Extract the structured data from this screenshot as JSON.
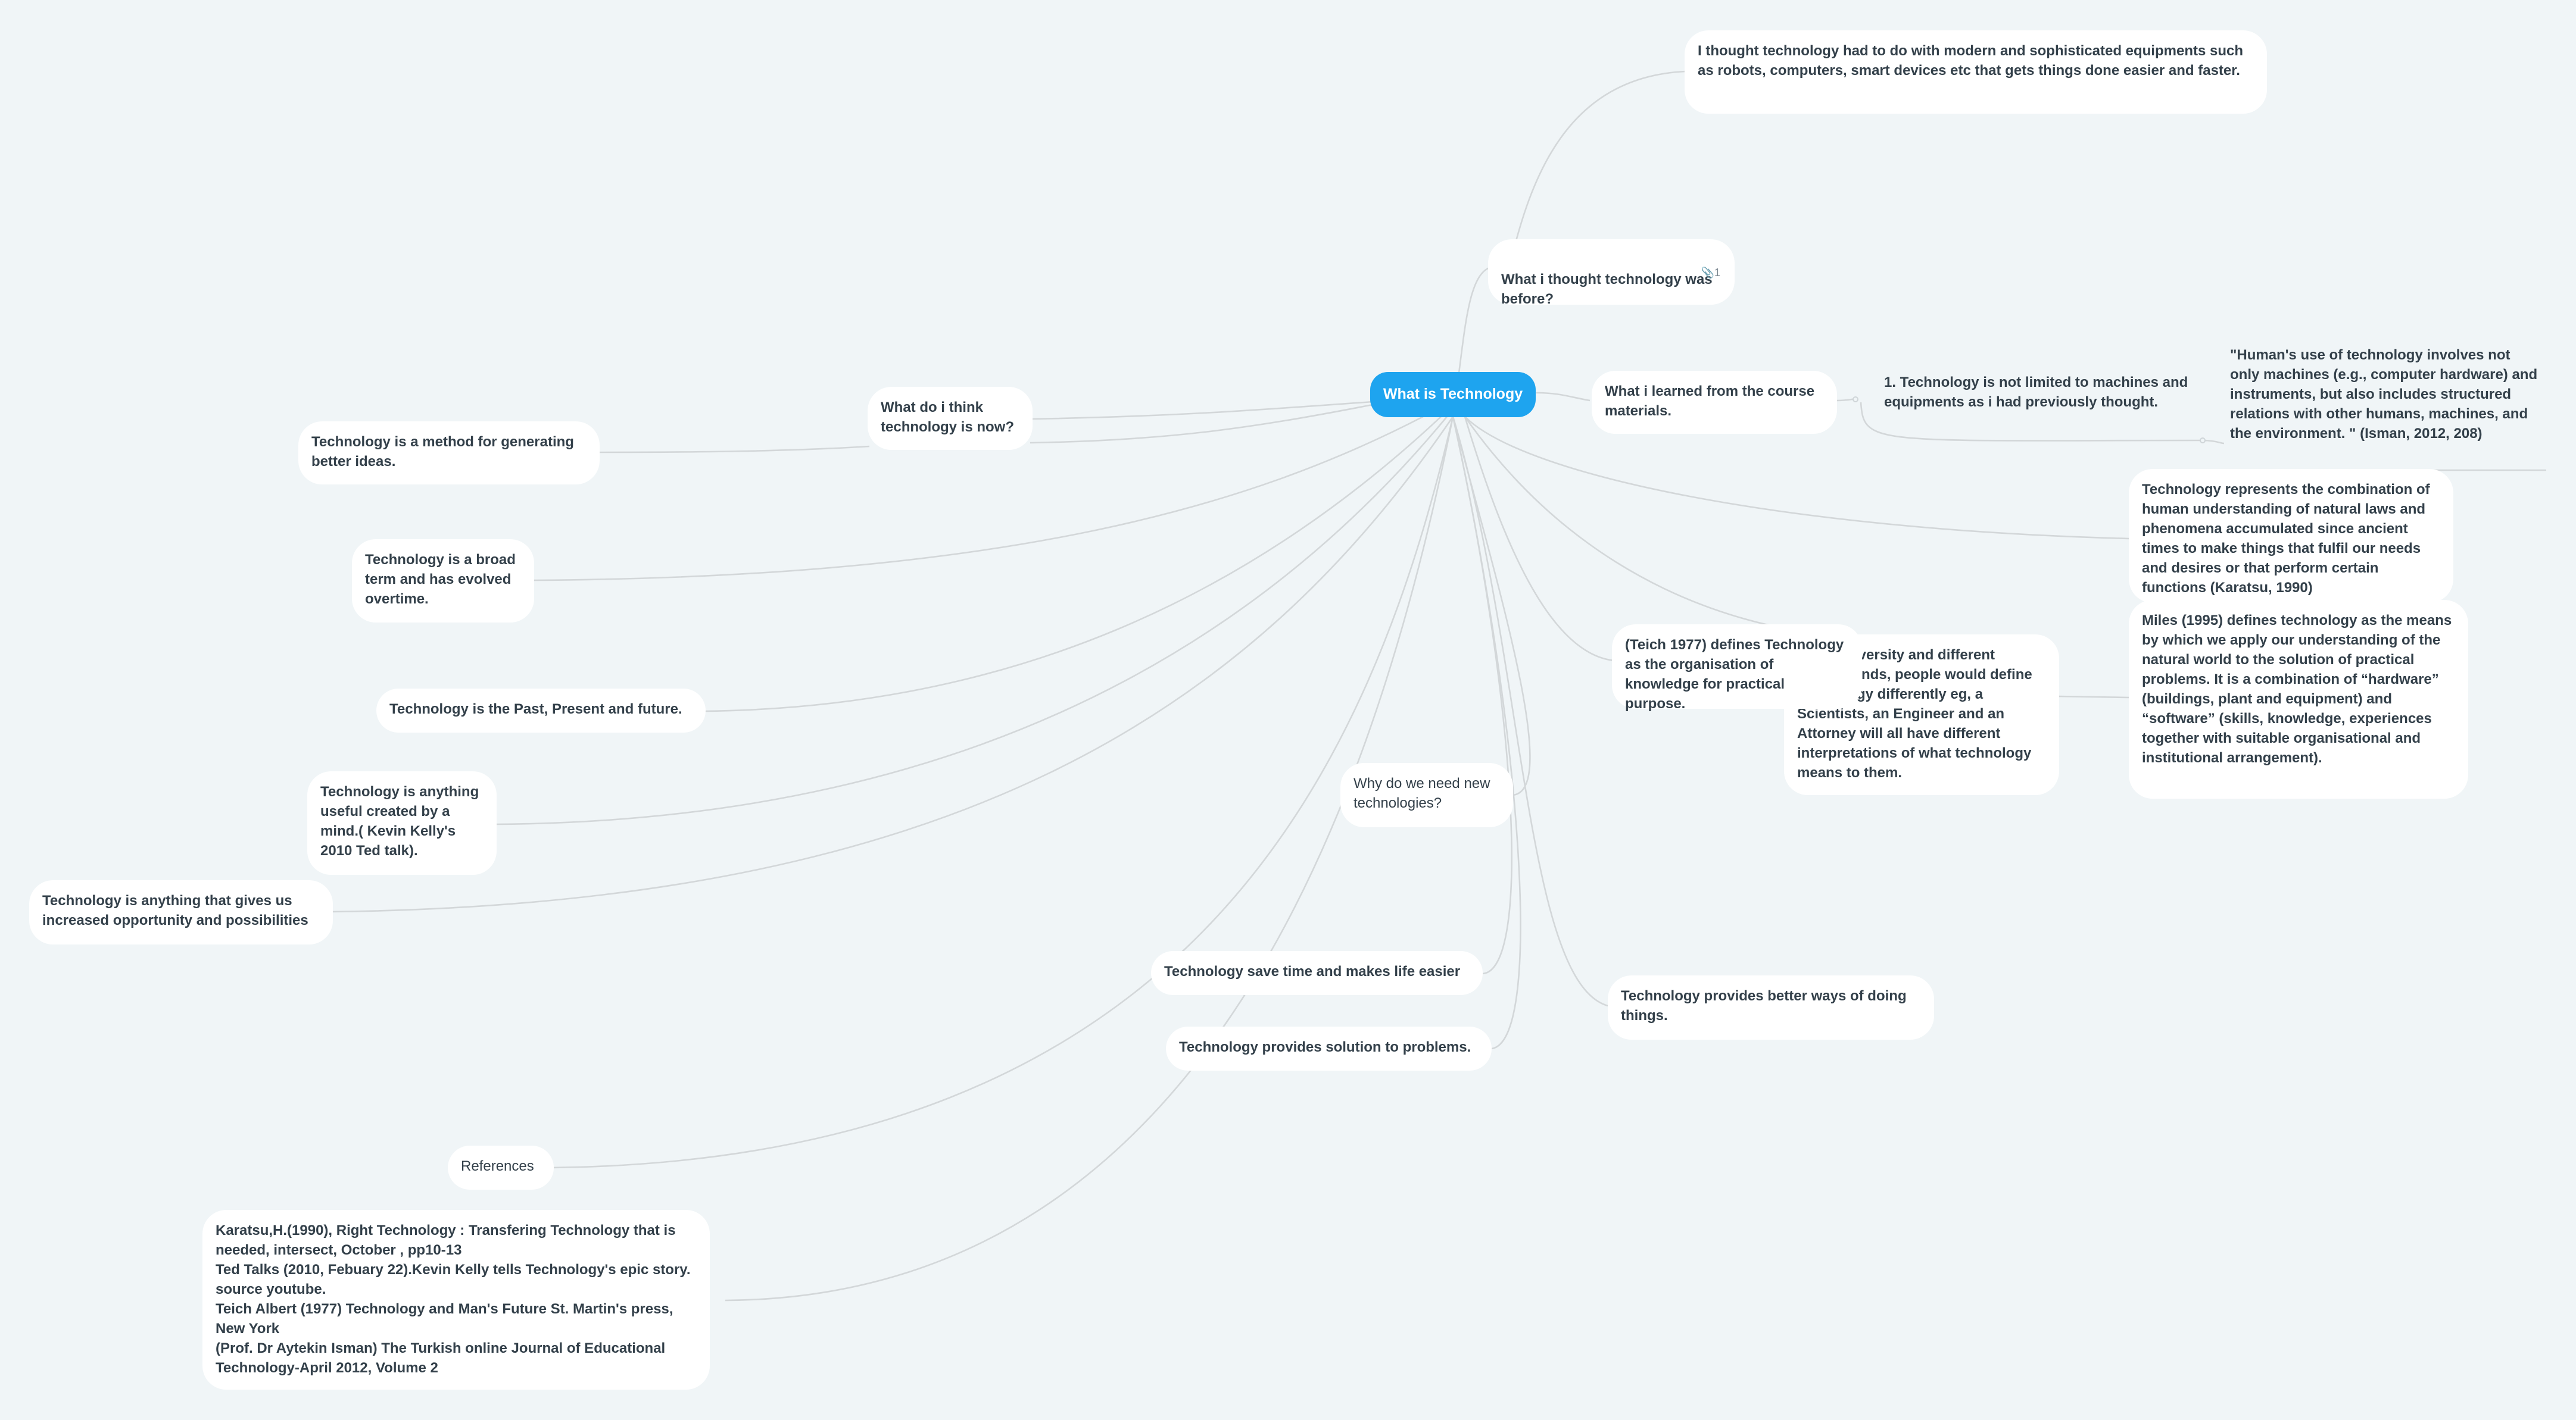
{
  "root": {
    "label": "What is Technology"
  },
  "topics": {
    "thought_before": "What i thought technology was before?",
    "thought_before_detail": "I thought technology had to do with modern and sophisticated equipments such as robots, computers, smart devices etc that  gets things done easier and faster.",
    "attachment_count": "1",
    "learned": "What i learned from the course materials.",
    "learned_1": "1. Technology is not limited to machines and equipments as i had previously thought.",
    "isman_quote": "\"Human's use of technology involves not only machines (e.g., computer hardware) and instruments, but also includes structured relations with other humans, machines, and the environment. \" (Isman, 2012, 208)",
    "karatsu": "Technology represents the combination of human understanding of natural laws and phenomena accumulated since ancient times to make things that fulfil our needs and desires or that perform certain functions (Karatsu, 1990)",
    "diversity": "Due to diversity and different backgrounds, people would define technology differently eg, a Scientists, an Engineer and an Attorney will all have different interpretations of what technology means to them.",
    "miles": "Miles (1995) defines technology as the means by which we apply our understanding of the natural world to the solution of practical problems. It is a combination of “hardware” (buildings, plant and equipment) and “software” (skills, knowledge, experiences together with suitable organisational and institutional arrangement).",
    "teich": "(Teich 1977) defines Technology as the organisation of knowledge for practical purpose.",
    "why_new": "Why do we need new technologies?",
    "better_ways": "Technology provides better ways of doing things.",
    "save_time": "Technology save time and makes life easier",
    "solution": "Technology provides solution to problems.",
    "think_now": "What do i think technology is now?",
    "method": "Technology is a method for generating better ideas.",
    "broad": "Technology is a broad term and has evolved overtime.",
    "past": "Technology is the Past, Present and future.",
    "anything_useful": "Technology is anything useful created by a mind.( Kevin Kelly's 2010 Ted talk).",
    "opportunity": "Technology is anything that gives us increased opportunity and possibilities",
    "references": "References",
    "references_text": "Karatsu,H.(1990), Right Technology : Transfering Technology that is needed, intersect, October , pp10-13\nTed Talks (2010, Febuary 22).Kevin Kelly tells Technology's epic story. source youtube.\nTeich Albert  (1977) Technology and Man's Future St. Martin's press, New York\n(Prof. Dr Aytekin Isman) The Turkish online Journal of Educational Technology-April 2012, Volume 2"
  },
  "colors": {
    "background": "#f0f5f7",
    "root_fill": "#1ea4ef",
    "node_fill": "#ffffff",
    "connector": "#d3d7d9",
    "text": "#33404a"
  },
  "icons": {
    "attachment": "paperclip-icon"
  }
}
